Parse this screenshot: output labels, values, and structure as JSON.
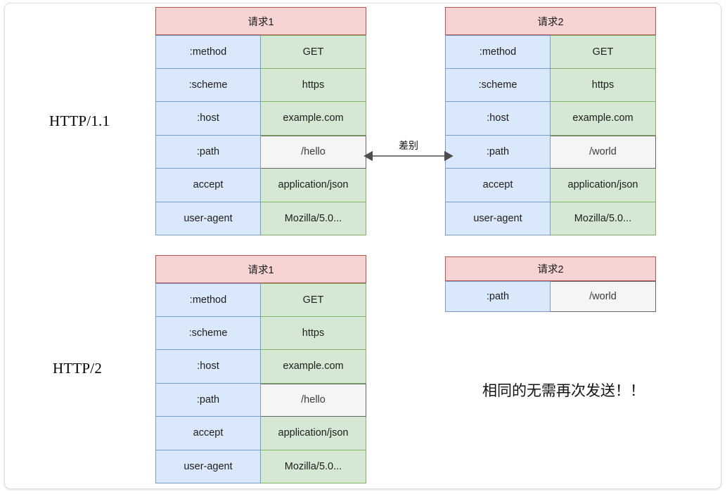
{
  "diagram": {
    "title_http11": "HTTP/1.1",
    "title_http2": "HTTP/2",
    "diff_label": "差别",
    "note": "相同的无需再次发送！！",
    "colors": {
      "header_fill": "#f7d4d4",
      "header_stroke": "#b85450",
      "key_fill": "#dae8fc",
      "key_stroke": "#7b9bd1",
      "value_fill": "#d5e8d4",
      "value_stroke": "#82b366",
      "highlight_fill": "#f5f5f5",
      "highlight_stroke": "#666666",
      "arrow": "#4d4d4d",
      "page_border": "#e2e2e2"
    }
  },
  "http11": {
    "request1": {
      "header": "请求1",
      "rows": [
        {
          "key": ":method",
          "value": "GET",
          "highlight": false
        },
        {
          "key": ":scheme",
          "value": "https",
          "highlight": false
        },
        {
          "key": ":host",
          "value": "example.com",
          "highlight": false
        },
        {
          "key": ":path",
          "value": "/hello",
          "highlight": true
        },
        {
          "key": "accept",
          "value": "application/json",
          "highlight": false
        },
        {
          "key": "user-agent",
          "value": "Mozilla/5.0...",
          "highlight": false
        }
      ]
    },
    "request2": {
      "header": "请求2",
      "rows": [
        {
          "key": ":method",
          "value": "GET",
          "highlight": false
        },
        {
          "key": ":scheme",
          "value": "https",
          "highlight": false
        },
        {
          "key": ":host",
          "value": "example.com",
          "highlight": false
        },
        {
          "key": ":path",
          "value": "/world",
          "highlight": true
        },
        {
          "key": "accept",
          "value": "application/json",
          "highlight": false
        },
        {
          "key": "user-agent",
          "value": "Mozilla/5.0...",
          "highlight": false
        }
      ]
    }
  },
  "http2": {
    "request1": {
      "header": "请求1",
      "rows": [
        {
          "key": ":method",
          "value": "GET",
          "highlight": false
        },
        {
          "key": ":scheme",
          "value": "https",
          "highlight": false
        },
        {
          "key": ":host",
          "value": "example.com",
          "highlight": false
        },
        {
          "key": ":path",
          "value": "/hello",
          "highlight": true
        },
        {
          "key": "accept",
          "value": "application/json",
          "highlight": false
        },
        {
          "key": "user-agent",
          "value": "Mozilla/5.0...",
          "highlight": false
        }
      ]
    },
    "request2": {
      "header": "请求2",
      "rows": [
        {
          "key": ":path",
          "value": "/world",
          "highlight": true
        }
      ]
    }
  }
}
